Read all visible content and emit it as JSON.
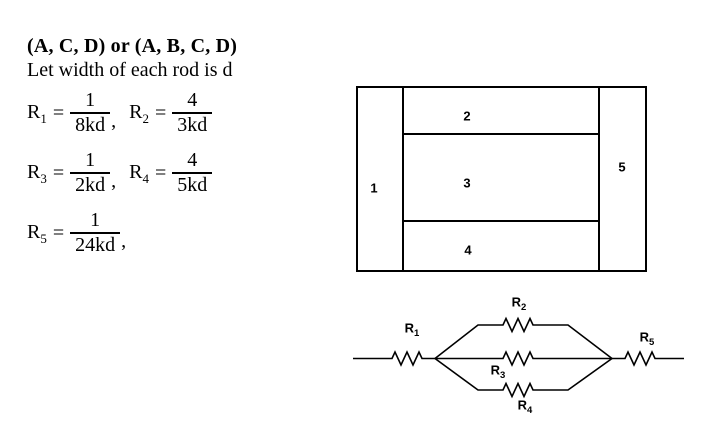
{
  "colors": {
    "ink": "#000000",
    "bg": "#ffffff"
  },
  "header": {
    "line1": "(A, C, D) or (A, B, C, D)",
    "line2": "Let width of each rod is d"
  },
  "formulas": {
    "equals": "=",
    "rows": [
      {
        "eq1": {
          "sym": "R",
          "sub": "1",
          "num": "1",
          "den": "8kd",
          "sep": ","
        },
        "eq2": {
          "sym": "R",
          "sub": "2",
          "num": "4",
          "den": "3kd"
        }
      },
      {
        "eq1": {
          "sym": "R",
          "sub": "3",
          "num": "1",
          "den": "2kd",
          "sep": ","
        },
        "eq2": {
          "sym": "R",
          "sub": "4",
          "num": "4",
          "den": "5kd"
        }
      },
      {
        "eq1": {
          "sym": "R",
          "sub": "5",
          "num": "1",
          "den": "24kd",
          "sep": ","
        }
      }
    ]
  },
  "rod_diagram": {
    "labels": [
      "1",
      "2",
      "3",
      "4",
      "5"
    ]
  },
  "circuit": {
    "labels": [
      {
        "sym": "R",
        "sub": "1"
      },
      {
        "sym": "R",
        "sub": "2"
      },
      {
        "sym": "R",
        "sub": "3"
      },
      {
        "sym": "R",
        "sub": "4"
      },
      {
        "sym": "R",
        "sub": "5"
      }
    ]
  }
}
